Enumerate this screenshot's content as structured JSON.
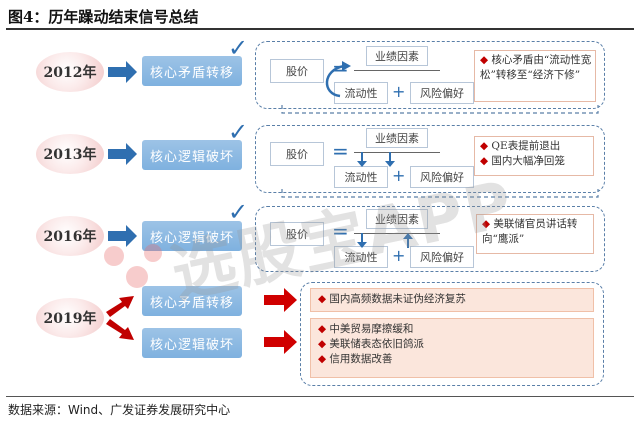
{
  "title": "图4：历年躁动结束信号总结",
  "source": "数据来源：Wind、广发证券发展研究中心",
  "watermark": "选股宝APP",
  "colors": {
    "accent_blue": "#2f6fb0",
    "label_blue": "#8db9e3",
    "red": "#c00000"
  },
  "rows": [
    {
      "year": "2012年",
      "label": "核心矛盾转移",
      "checked": true,
      "formula": {
        "lhs": "股价",
        "eq": "=",
        "top": "业绩因素",
        "bottom_left": "流动性",
        "plus": "+",
        "bottom_right": "风险偏好"
      },
      "notes": [
        "核心矛盾由“流动性宽松”转移至“经济下修”"
      ]
    },
    {
      "year": "2013年",
      "label": "核心逻辑破坏",
      "checked": true,
      "formula": {
        "lhs": "股价",
        "eq": "=",
        "top": "业绩因素",
        "bottom_left": "流动性",
        "plus": "+",
        "bottom_right": "风险偏好"
      },
      "notes": [
        "QE表提前退出",
        "国内大幅净回笼"
      ]
    },
    {
      "year": "2016年",
      "label": "核心逻辑破坏",
      "checked": true,
      "formula": {
        "lhs": "股价",
        "eq": "=",
        "top": "业绩因素",
        "bottom_left": "流动性",
        "plus": "+",
        "bottom_right": "风险偏好"
      },
      "notes": [
        "美联储官员讲话转向“鹰派”"
      ]
    },
    {
      "year": "2019年",
      "labels": [
        "核心矛盾转移",
        "核心逻辑破坏"
      ],
      "notes_a": [
        "国内高频数据未证伪经济复苏"
      ],
      "notes_b": [
        "中美贸易摩擦缓和",
        "美联储表态依旧鸽派",
        "信用数据改善"
      ]
    }
  ]
}
